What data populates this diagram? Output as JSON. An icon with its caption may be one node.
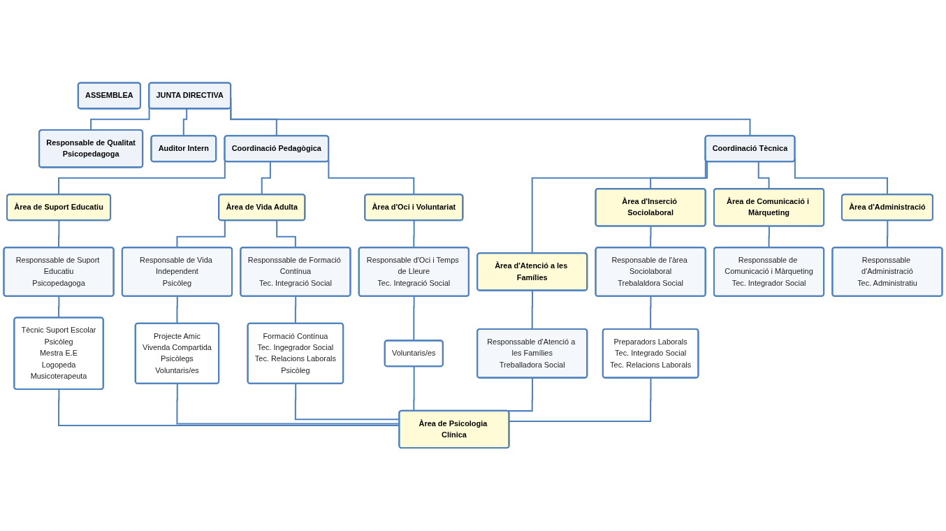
{
  "diagram": {
    "nodes": [
      {
        "text": [
          "ASSEMBLEA"
        ]
      },
      {
        "text": [
          "Responsable de Qualitat",
          "Psicopedagoga"
        ]
      },
      {
        "text": [
          "JUNTA DIRECTIVA"
        ]
      },
      {
        "text": [
          "Auditor Intern"
        ]
      },
      {
        "text": [
          "Coordinació Pedagògica"
        ]
      },
      {
        "text": [
          "Coordinació Tècnica"
        ]
      },
      {
        "text": [
          "Àrea de Suport Educatiu"
        ]
      },
      {
        "text": [
          "Àrea de Vida Adulta"
        ]
      },
      {
        "text": [
          "Àrea d'Oci i Voluntariat"
        ]
      },
      {
        "text": [
          "Àrea d'Atenció a les Famílies"
        ]
      },
      {
        "text": [
          "Àrea d'Inserció Sociolaboral"
        ]
      },
      {
        "text": [
          "Àrea de Comunicació i Màrqueting"
        ]
      },
      {
        "text": [
          "Àrea d'Administració"
        ]
      },
      {
        "text": [
          "Responssable de Suport Educatiu",
          "Psicopedagoga"
        ]
      },
      {
        "text": [
          "Responsable de Vida Independent",
          "Psicòleg"
        ]
      },
      {
        "text": [
          "Responssable de Formació Contínua",
          "Tec. Integració Social"
        ]
      },
      {
        "text": [
          "Responsable d'Oci i Temps de Lleure",
          "Tec. Integració Social"
        ]
      },
      {
        "text": [
          "Responssable d'Atenció a les Famílies",
          "Treballadora Social"
        ]
      },
      {
        "text": [
          "Responsable de l'àrea Sociolaboral",
          "Trebalaldora Social"
        ]
      },
      {
        "text": [
          "Responssable de Comunicació i Màrqueting",
          "Tec. Integrador Social"
        ]
      },
      {
        "text": [
          "Responssable d'Administració",
          "Tec. Administratiu"
        ]
      },
      {
        "text": [
          "Tècnic Suport Escolar",
          "Psicòleg",
          "Mestra E.E",
          "Logopeda",
          "Musicoterapeuta"
        ]
      },
      {
        "text": [
          "Projecte Amic",
          "Vivenda Compartida",
          "Psicòlegs",
          "Voluntaris/es"
        ]
      },
      {
        "text": [
          "Formació Contínua",
          "Tec. Ingegrador Social",
          "Tec. Relacions Laborals",
          "Psicòleg"
        ]
      },
      {
        "text": [
          "Voluntaris/es"
        ]
      },
      {
        "text": [
          "Preparadors Laborals",
          "Tec. Integrado Social",
          "Tec. Relacions Laborals"
        ]
      },
      {
        "text": [
          "Àrea de Psicologia Clínica"
        ]
      }
    ],
    "edges": [
      {
        "from": 2,
        "to": 1,
        "arrow": "none"
      },
      {
        "from": 2,
        "to": 3,
        "arrow": "none"
      },
      {
        "from": 2,
        "to": 4,
        "arrow": "none"
      },
      {
        "from": 2,
        "to": 5,
        "arrow": "none"
      },
      {
        "from": 4,
        "to": 6,
        "arrow": "none"
      },
      {
        "from": 4,
        "to": 7,
        "arrow": "none"
      },
      {
        "from": 4,
        "to": 8,
        "arrow": "none"
      },
      {
        "from": 5,
        "to": 9,
        "arrow": "none"
      },
      {
        "from": 5,
        "to": 10,
        "arrow": "none"
      },
      {
        "from": 5,
        "to": 11,
        "arrow": "none"
      },
      {
        "from": 5,
        "to": 12,
        "arrow": "none"
      },
      {
        "from": 6,
        "to": 13,
        "arrow": "none"
      },
      {
        "from": 7,
        "to": 14,
        "arrow": "none"
      },
      {
        "from": 7,
        "to": 15,
        "arrow": "none"
      },
      {
        "from": 8,
        "to": 16,
        "arrow": "none"
      },
      {
        "from": 9,
        "to": 17,
        "arrow": "none"
      },
      {
        "from": 10,
        "to": 18,
        "arrow": "none"
      },
      {
        "from": 11,
        "to": 19,
        "arrow": "none"
      },
      {
        "from": 12,
        "to": 20,
        "arrow": "none"
      },
      {
        "from": 13,
        "to": 21,
        "arrow": "none"
      },
      {
        "from": 14,
        "to": 22,
        "arrow": "none"
      },
      {
        "from": 15,
        "to": 23,
        "arrow": "none"
      },
      {
        "from": 16,
        "to": 24,
        "arrow": "none"
      },
      {
        "from": 18,
        "to": 25,
        "arrow": "none"
      },
      {
        "from": 17,
        "to": 26,
        "arrow": "none"
      },
      {
        "from": 21,
        "to": 26,
        "arrow": "none"
      },
      {
        "from": 22,
        "to": 26,
        "arrow": "none"
      },
      {
        "from": 23,
        "to": 26,
        "arrow": "none"
      },
      {
        "from": 24,
        "to": 26,
        "arrow": "none"
      },
      {
        "from": 25,
        "to": 26,
        "arrow": "none"
      }
    ]
  }
}
